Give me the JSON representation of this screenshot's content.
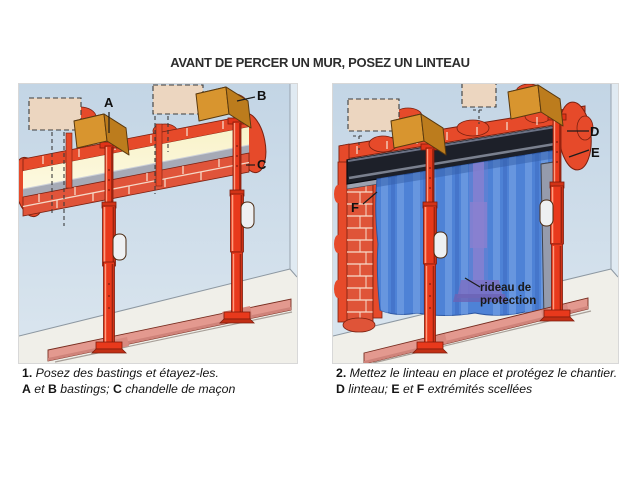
{
  "title": "AVANT DE PERCER UN MUR, POSEZ UN LINTEAU",
  "colors": {
    "wall_blue": "#c9d9e8",
    "floor": "#f0efe9",
    "board_pink": "#e3998f",
    "prop_red": "#e8391c",
    "brick_red": "#e0543a",
    "mortar": "#f5d8c7",
    "wood_front": "#d8952f",
    "wood_top": "#f0c46a",
    "wood_side": "#bc7c1d",
    "channel_yellow": "#f8f2c9",
    "sill_gray": "#a6aab6",
    "lintel_dark": "#1d2029",
    "curtain_blue": "#4e82d6",
    "silhouette_purple": "#8a80cf"
  },
  "panel1": {
    "labels": {
      "a": "A",
      "b": "B",
      "c": "C"
    },
    "caption_segments": [
      {
        "t": "1.",
        "b": true
      },
      {
        "t": " Posez des bastings et étayez-les.",
        "i": true
      },
      {
        "t": "\n"
      },
      {
        "t": "A",
        "b": true
      },
      {
        "t": " et ",
        "i": true
      },
      {
        "t": "B",
        "b": true
      },
      {
        "t": " bastings; ",
        "i": true
      },
      {
        "t": "C",
        "b": true
      },
      {
        "t": " chandelle de maçon",
        "i": true
      }
    ]
  },
  "panel2": {
    "labels": {
      "d": "D",
      "e": "E",
      "f": "F",
      "curtain_note": "rideau de protection"
    },
    "caption_segments": [
      {
        "t": "2.",
        "b": true
      },
      {
        "t": " Mettez le linteau en place et protégez le chantier.",
        "i": true
      },
      {
        "t": "\n"
      },
      {
        "t": "D",
        "b": true
      },
      {
        "t": " linteau; ",
        "i": true
      },
      {
        "t": "E",
        "b": true
      },
      {
        "t": " et ",
        "i": true
      },
      {
        "t": "F",
        "b": true
      },
      {
        "t": " extrémités scellées",
        "i": true
      }
    ]
  }
}
